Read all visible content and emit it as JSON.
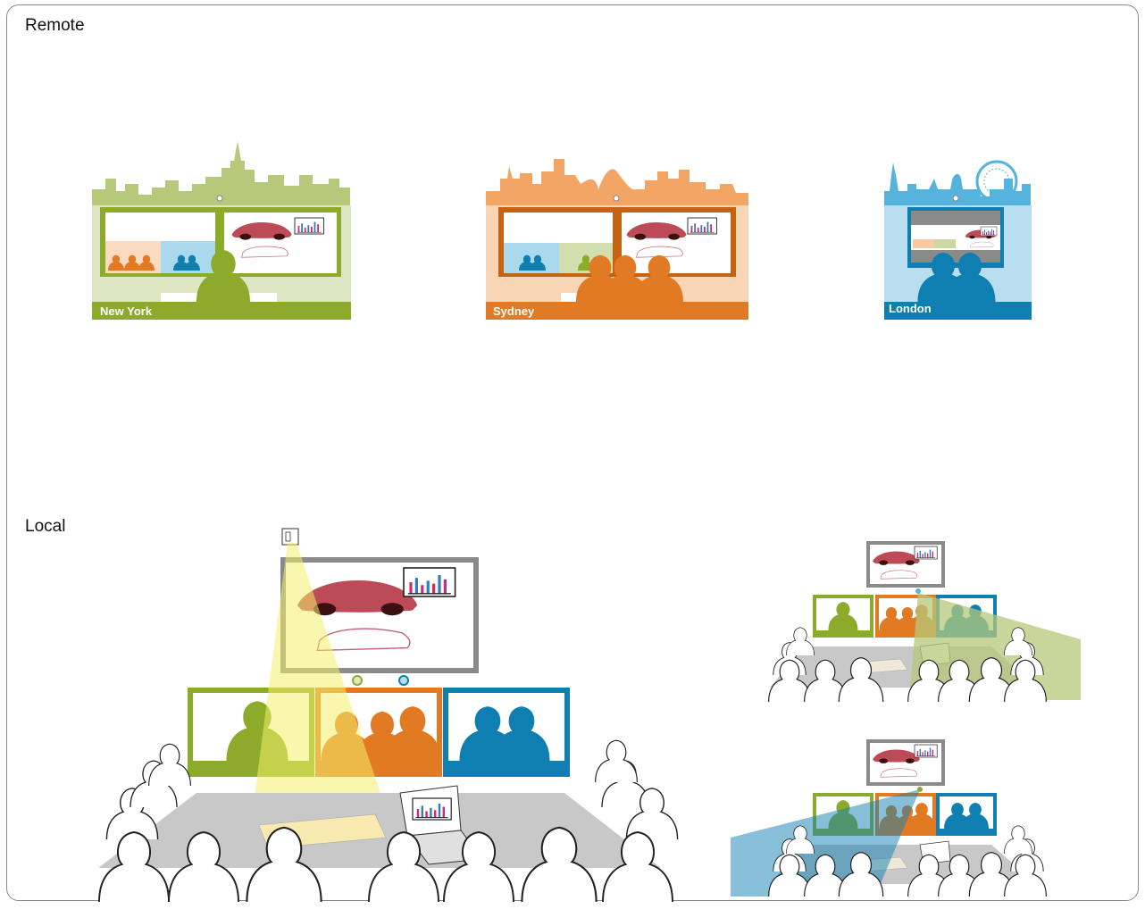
{
  "sections": {
    "remote_label": "Remote",
    "local_label": "Local"
  },
  "cities": [
    {
      "name": "New York",
      "color": "#8dab2b",
      "light": "#b6c879",
      "pale": "#dfe6c4"
    },
    {
      "name": "Sydney",
      "color": "#e27a23",
      "light": "#f3a565",
      "pale": "#f8d5b4"
    },
    {
      "name": "London",
      "color": "#0f7fb1",
      "light": "#56b3de",
      "pale": "#b8def0"
    }
  ],
  "colors": {
    "frame": "#8a8a8a",
    "table": "#c8c8c8",
    "projector_beam": "#f4ee6a",
    "car_red": "#b02a3a",
    "chart_magenta": "#d6287a",
    "chart_blue": "#2e7ec1"
  },
  "icons": [
    "projector-icon",
    "camera-icon",
    "laptop-icon",
    "chart-icon",
    "car-sketch"
  ]
}
